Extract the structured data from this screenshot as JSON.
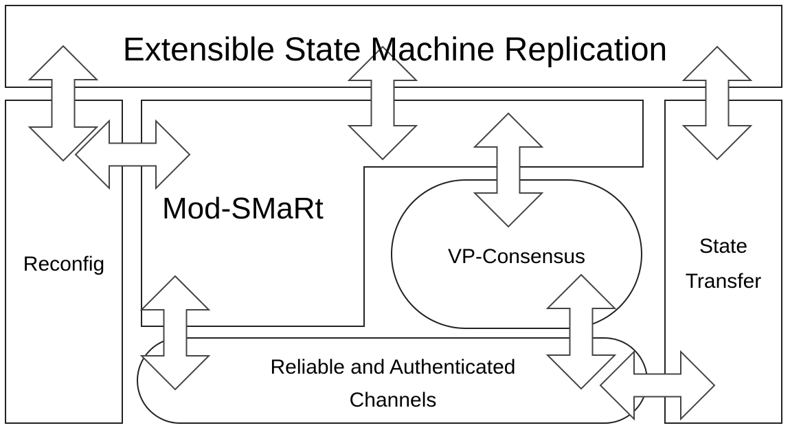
{
  "labels": {
    "title": "Extensible State Machine Replication",
    "mod_smart": "Mod-SMaRt",
    "reconfig": "Reconfig",
    "state_transfer_1": "State",
    "state_transfer_2": "Transfer",
    "vp_consensus": "VP-Consensus",
    "channels_1": "Reliable and Authenticated",
    "channels_2": "Channels"
  },
  "colors": {
    "stroke": "#222222",
    "fill": "#ffffff"
  }
}
